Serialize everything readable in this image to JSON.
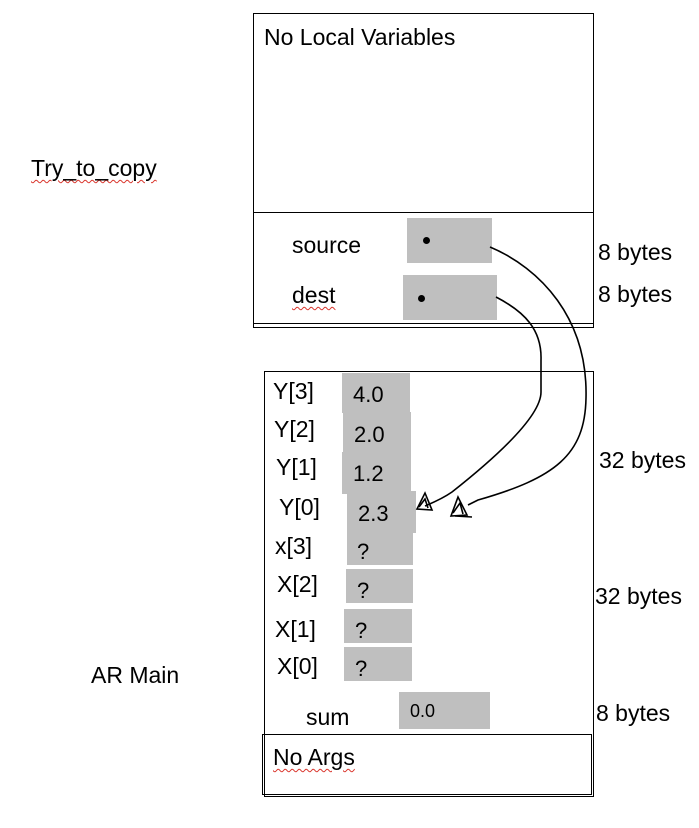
{
  "labels": {
    "function_name": "Try_to_copy",
    "main_name": "AR Main"
  },
  "try_to_copy_frame": {
    "locals_text": "No Local Variables",
    "params": [
      {
        "name": "source",
        "value": "•",
        "size": "8 bytes"
      },
      {
        "name": "dest",
        "value": "•",
        "size": "8 bytes"
      }
    ]
  },
  "main_frame": {
    "y_array": [
      {
        "name": "Y[3]",
        "value": "4.0"
      },
      {
        "name": "Y[2]",
        "value": "2.0"
      },
      {
        "name": "Y[1]",
        "value": "1.2"
      },
      {
        "name": "Y[0]",
        "value": "2.3"
      }
    ],
    "y_size": "32 bytes",
    "x_array": [
      {
        "name": "x[3]",
        "value": "?"
      },
      {
        "name": "X[2]",
        "value": "?"
      },
      {
        "name": "X[1]",
        "value": "?"
      },
      {
        "name": "X[0]",
        "value": "?"
      }
    ],
    "x_size": "32 bytes",
    "sum": {
      "name": "sum",
      "value": "0.0",
      "size": "8 bytes"
    },
    "args_text": "No Args"
  }
}
